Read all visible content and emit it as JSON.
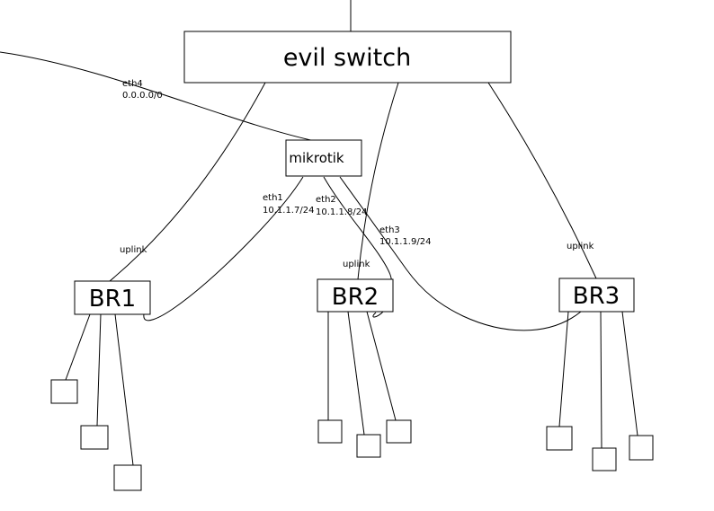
{
  "diagram": {
    "background": "#ffffff",
    "stroke_color": "#000000",
    "text_color": "#000000",
    "nodes": {
      "evil_switch": "evil switch",
      "mikrotik": "mikrotik",
      "br1": "BR1",
      "br2": "BR2",
      "br3": "BR3"
    },
    "interfaces": {
      "eth1": {
        "label": "eth1",
        "address": "10.1.1.7/24"
      },
      "eth2": {
        "label": "eth2",
        "address": "10.1.1.8/24"
      },
      "eth3": {
        "label": "eth3",
        "address": "10.1.1.9/24"
      },
      "eth4": {
        "label": "eth4",
        "address": "0.0.0.0/0"
      }
    },
    "uplink_labels": {
      "br1": "uplink",
      "br2": "uplink",
      "br3": "uplink"
    },
    "leaf_counts": {
      "br1": 3,
      "br2": 3,
      "br3": 3
    },
    "edges": [
      {
        "from": "offscreen-top",
        "to": "evil switch",
        "label": ""
      },
      {
        "from": "evil switch",
        "to": "BR1",
        "label": "uplink"
      },
      {
        "from": "evil switch",
        "to": "BR2",
        "label": "uplink"
      },
      {
        "from": "evil switch",
        "to": "BR3",
        "label": "uplink"
      },
      {
        "from": "mikrotik",
        "to": "offscreen-left",
        "label": "eth4 0.0.0.0/0"
      },
      {
        "from": "mikrotik",
        "to": "BR1",
        "label": "eth1 10.1.1.7/24"
      },
      {
        "from": "mikrotik",
        "to": "BR2",
        "label": "eth2 10.1.1.8/24"
      },
      {
        "from": "mikrotik",
        "to": "BR3",
        "label": "eth3 10.1.1.9/24"
      }
    ]
  }
}
